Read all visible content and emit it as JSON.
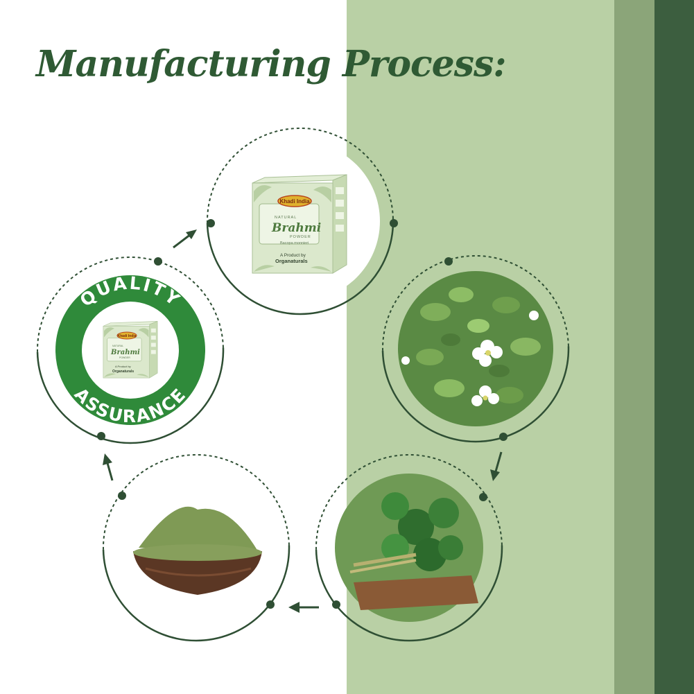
{
  "header": {
    "title": "Manufacturing Process:"
  },
  "colors": {
    "accent": "#2f5a34",
    "band_light": "#b9d0a5",
    "band_mid": "#8ba579",
    "band_dark": "#3c5e3f",
    "seal_green": "#2f8a3a"
  },
  "product_box": {
    "brand": "Khadi India",
    "label_top": "NATURAL",
    "product": "Brahmi",
    "label_powder": "POWDER",
    "botanical": "Bacopa monnieri",
    "byline": "A Product by",
    "maker": "Organaturals"
  },
  "seal": {
    "top_text": "QUALITY",
    "bottom_text": "ASSURANCE"
  },
  "steps": [
    {
      "id": "packaging",
      "content": "product box"
    },
    {
      "id": "plant",
      "content": "brahmi plant with white flowers"
    },
    {
      "id": "harvest",
      "content": "harvested brahmi leaves on wooden board"
    },
    {
      "id": "powder",
      "content": "brahmi powder in wooden bowl"
    },
    {
      "id": "quality",
      "content": "quality assurance seal"
    }
  ]
}
